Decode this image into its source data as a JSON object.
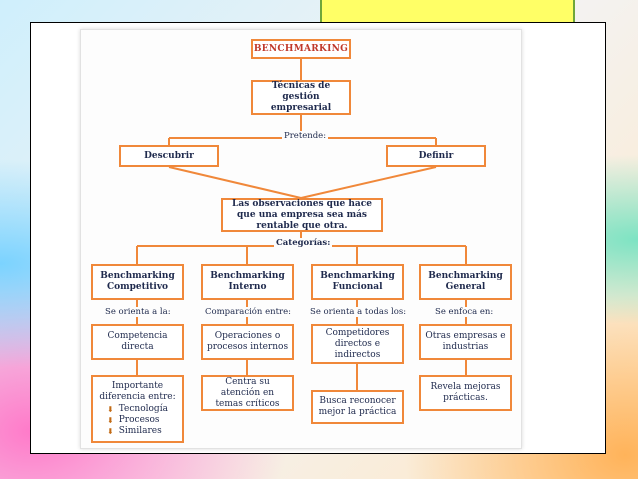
{
  "diagram": {
    "title": "BENCHMARKING",
    "root_child": "Técnicas de gestión empresarial",
    "pretende_label": "Pretende:",
    "discover": "Descubrir",
    "define": "Definir",
    "observation": "Las observaciones que hace que una empresa sea más rentable que otra.",
    "categories_label": "Categorías:",
    "categories": [
      {
        "name": "Benchmarking Competitivo",
        "connector": "Se orienta a la:",
        "focus": "Competencia directa",
        "detail_title": "Importante diferencia entre:",
        "detail_items": [
          "Tecnología",
          "Procesos",
          "Similares"
        ]
      },
      {
        "name": "Benchmarking Interno",
        "connector": "Comparación entre:",
        "focus": "Operaciones o procesos internos",
        "detail": "Centra su atención en temas críticos"
      },
      {
        "name": "Benchmarking Funcional",
        "connector": "Se orienta a todas los:",
        "focus": "Competidores directos e indirectos",
        "detail": "Busca reconocer mejor la práctica"
      },
      {
        "name": "Benchmarking General",
        "connector": "Se enfoca en:",
        "focus": "Otras empresas e industrias",
        "detail": "Revela mejoras prácticas."
      }
    ],
    "colors": {
      "border": "#f0883a",
      "text": "#1f2a4d",
      "title": "#c0392b"
    }
  }
}
